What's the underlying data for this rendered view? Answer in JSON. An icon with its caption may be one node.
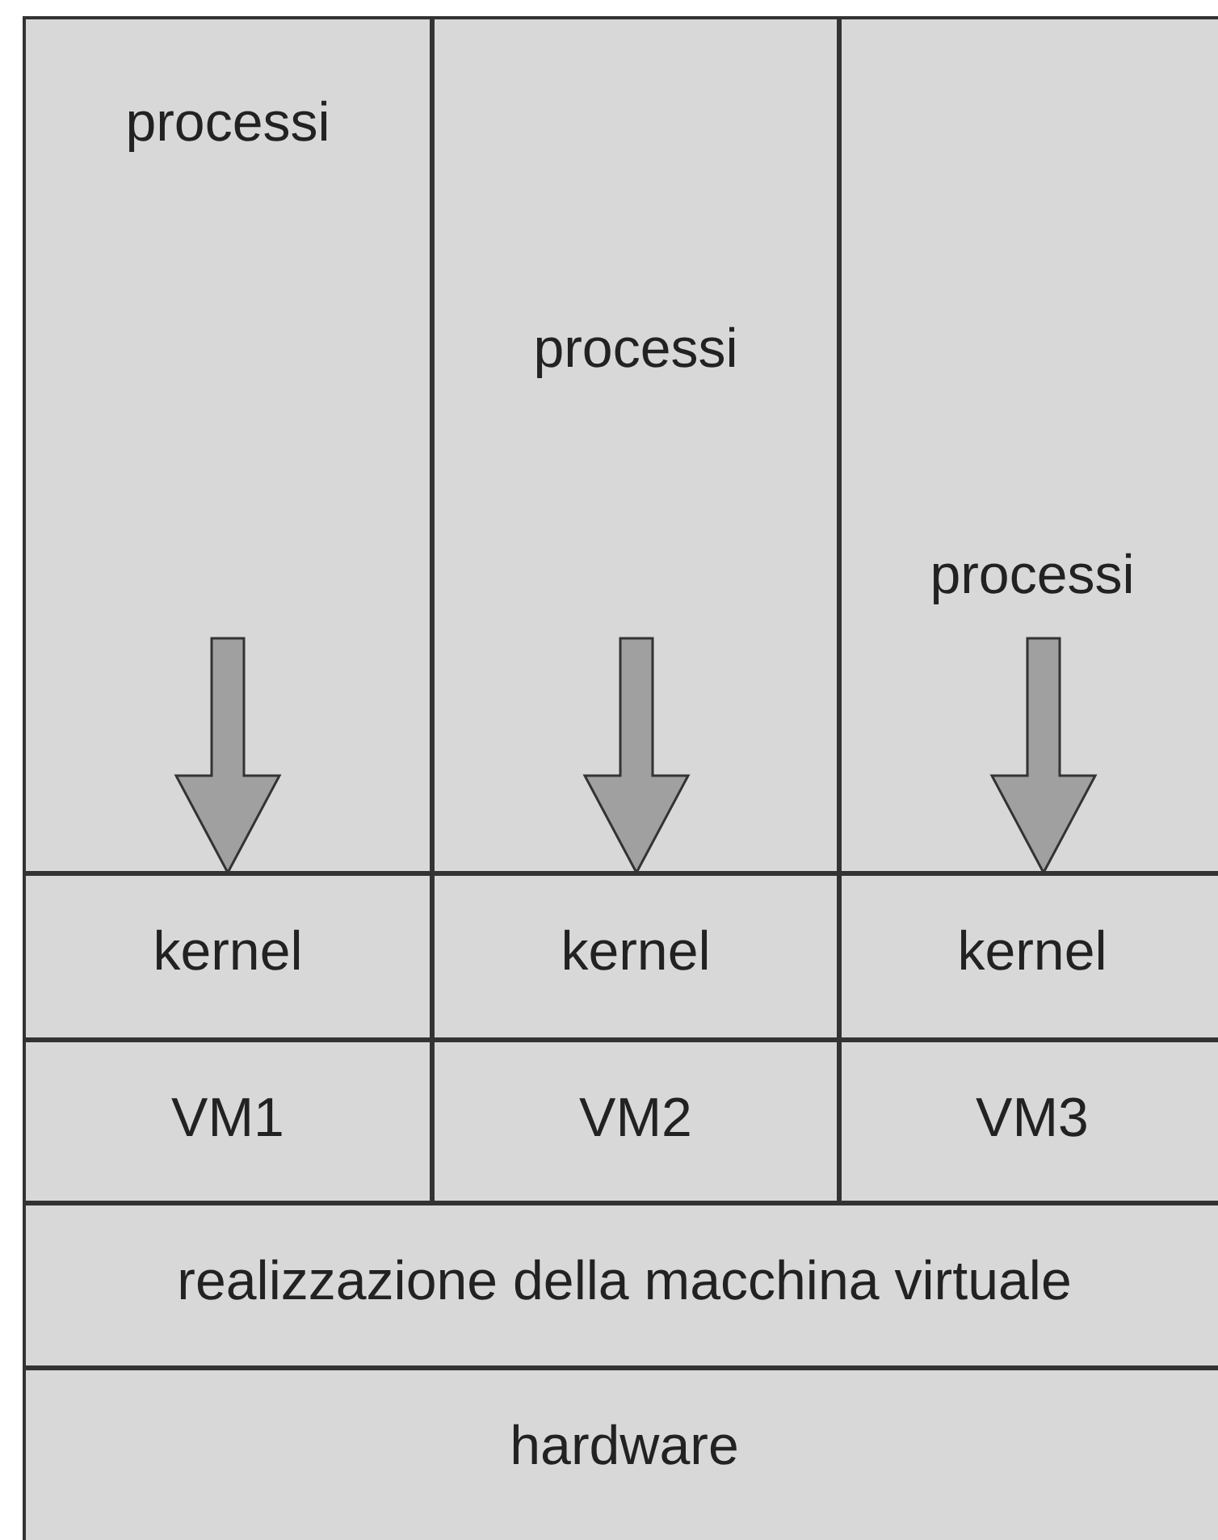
{
  "diagram": {
    "nodes": [
      {
        "text": [
          "processi"
        ]
      },
      {
        "text": [
          "processi"
        ]
      },
      {
        "text": [
          "processi"
        ]
      },
      {
        "text": [
          "kernel"
        ]
      },
      {
        "text": [
          "kernel"
        ]
      },
      {
        "text": [
          "kernel"
        ]
      },
      {
        "text": [
          "VM1"
        ]
      },
      {
        "text": [
          "VM2"
        ]
      },
      {
        "text": [
          "VM3"
        ]
      },
      {
        "text": [
          "realizzazione della macchina virtuale"
        ]
      },
      {
        "text": [
          "hardware"
        ]
      }
    ],
    "edges": [
      {
        "from": 0,
        "to": 3,
        "arrow": "to",
        "style": "thick"
      },
      {
        "from": 1,
        "to": 4,
        "arrow": "to",
        "style": "thick"
      },
      {
        "from": 2,
        "to": 5,
        "arrow": "to",
        "style": "thick"
      }
    ]
  }
}
